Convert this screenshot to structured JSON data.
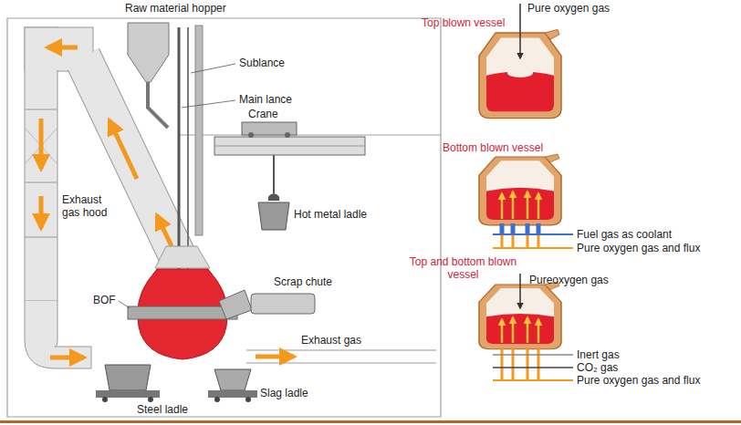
{
  "diagram": {
    "labels": [
      "Raw material hopper",
      "Sublance",
      "Main lance",
      "Exhaust gas hood",
      "BOF",
      "Crane",
      "Hot metal ladle",
      "Scrap chute",
      "Exhaust gas",
      "Steel ladle",
      "Slag ladle",
      "Top blown vessel",
      "Pure oxygen gas",
      "Bottom blown vessel",
      "Fuel gas as coolant",
      "Pure oxygen gas and flux",
      "Top and bottom blown vessel",
      "Pureoxygen gas",
      "Inert gas",
      "CO₂ gas",
      "Pure oxygen gas and flux"
    ]
  }
}
